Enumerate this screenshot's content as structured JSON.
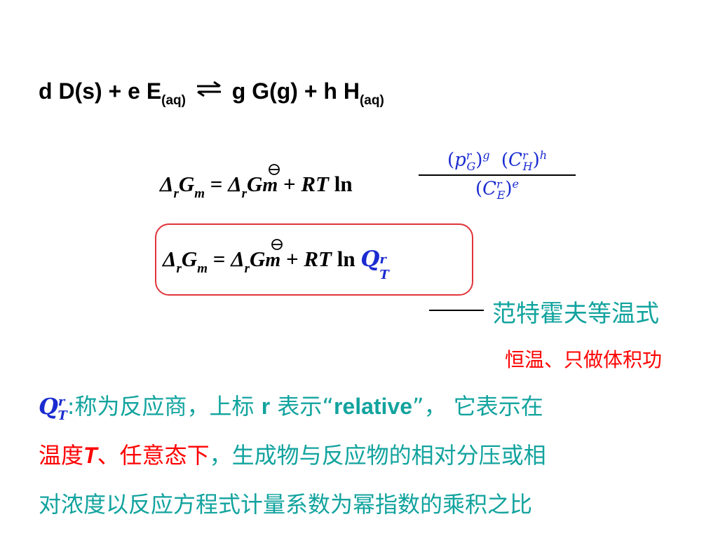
{
  "reaction": {
    "left": "d D(s) + e E",
    "e_sub": "(aq)",
    "right": "g G(g) + h H",
    "h_sub": "(aq)"
  },
  "eq1": {
    "delta": "Δ",
    "r_sub": "r",
    "G": "G",
    "m_sub": "m",
    "equals": "=",
    "std_G": "G",
    "std_m": "m",
    "plus": "+",
    "RT": "RT",
    "ln": "ln",
    "numerator": "(pᴳʳ)ᵍ (Cᴴʳ)ʰ",
    "num_text": {
      "p": "p",
      "r": "r",
      "G": "G",
      "g": "g",
      "C": "C",
      "H": "H",
      "h": "h"
    },
    "den_text": {
      "C": "C",
      "r": "r",
      "E": "E",
      "e": "e"
    }
  },
  "eq2": {
    "Q": "Q",
    "Q_sup": "r",
    "Q_sub": "T"
  },
  "vanthoff_label": "范特霍夫等温式",
  "conditions": "恒温、只做体积功",
  "para1": {
    "colon_text": ":称为反应商，上标",
    "r": "r",
    "rest_a": " 表示“",
    "relative": "relative",
    "rest_b": "”，  它表示在"
  },
  "para2": {
    "red_a": "温度",
    "T": "T",
    "red_b": "、任意态下",
    "teal": "，生成物与反应物的相对分压或相"
  },
  "para3": "对浓度以反应方程式计量系数为幂指数的乘积之比",
  "colors": {
    "teal": "#12a39e",
    "blue": "#1a2bd0",
    "red": "#ff0000",
    "frame": "#e0343a"
  }
}
